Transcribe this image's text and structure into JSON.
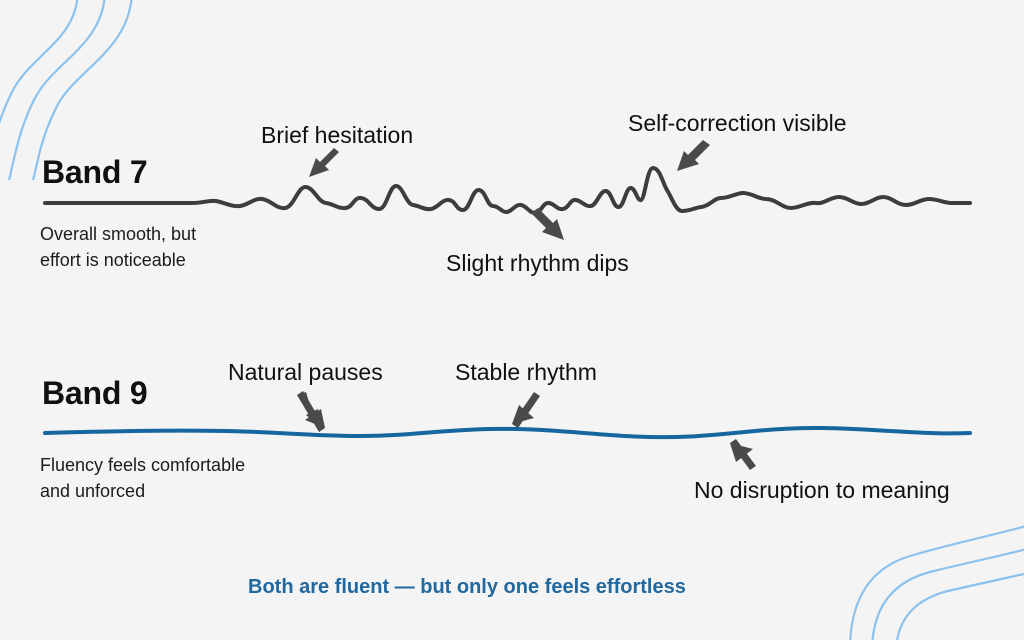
{
  "meta": {
    "background_color": "#f4f4f4",
    "accent_blue": "#16679f",
    "caption_blue": "#21689f",
    "decor_blue": "#8cc2ee",
    "line_dark": "#3d3d3d"
  },
  "bands": [
    {
      "id": "band7",
      "title": "Band 7",
      "subtitle": "Overall smooth, but\neffort is noticeable",
      "line_color": "#3d3d3d",
      "annotations": [
        {
          "id": "brief-hesitation",
          "label": "Brief hesitation",
          "arrow": "down-left"
        },
        {
          "id": "self-correction",
          "label": "Self-correction visible",
          "arrow": "down-left"
        },
        {
          "id": "rhythm-dips",
          "label": "Slight rhythm dips",
          "arrow": "up-left"
        }
      ]
    },
    {
      "id": "band9",
      "title": "Band 9",
      "subtitle": "Fluency feels comfortable\nand unforced",
      "line_color": "#16679f",
      "annotations": [
        {
          "id": "natural-pauses",
          "label": "Natural pauses",
          "arrow": "down-right"
        },
        {
          "id": "stable-rhythm",
          "label": "Stable rhythm",
          "arrow": "down-left"
        },
        {
          "id": "no-disruption",
          "label": "No disruption to meaning",
          "arrow": "up-left"
        }
      ]
    }
  ],
  "caption": "Both are fluent — but only one feels effortless",
  "chart_data": {
    "type": "line",
    "title": "Band 7 vs Band 9 fluency waveform comparison",
    "xlabel": "",
    "ylabel": "",
    "grid": false,
    "legend": "none",
    "series": [
      {
        "name": "Band 7",
        "color": "#3d3d3d",
        "baseline_y": 203,
        "description": "Irregular waveform: flat start, then frequent small oscillations, a deep dip mid-line and one tall self-correction spike, settling into gentler ripples",
        "x": [
          45,
          195,
          215,
          240,
          262,
          285,
          305,
          325,
          345,
          360,
          378,
          395,
          412,
          430,
          448,
          462,
          478,
          492,
          505,
          520,
          534,
          548,
          562,
          575,
          590,
          605,
          618,
          630,
          640,
          652,
          665,
          680,
          700,
          720,
          742,
          765,
          790,
          815,
          838,
          860,
          882,
          905,
          928,
          950,
          970
        ],
        "y": [
          203,
          203,
          201,
          206,
          199,
          208,
          187,
          203,
          208,
          198,
          209,
          186,
          205,
          209,
          200,
          210,
          190,
          206,
          212,
          205,
          213,
          203,
          209,
          200,
          206,
          191,
          207,
          188,
          200,
          168,
          190,
          211,
          207,
          198,
          193,
          199,
          208,
          203,
          197,
          204,
          197,
          205,
          199,
          203,
          203
        ]
      },
      {
        "name": "Band 9",
        "color": "#16679f",
        "baseline_y": 433,
        "description": "Near-flat line with very gentle, evenly spaced undulations",
        "x": [
          45,
          120,
          180,
          240,
          300,
          355,
          410,
          465,
          520,
          575,
          630,
          690,
          745,
          800,
          855,
          910,
          970
        ],
        "y": [
          433,
          432,
          431,
          430,
          433,
          436,
          433,
          430,
          429,
          431,
          435,
          436,
          433,
          430,
          429,
          431,
          433
        ]
      }
    ]
  }
}
